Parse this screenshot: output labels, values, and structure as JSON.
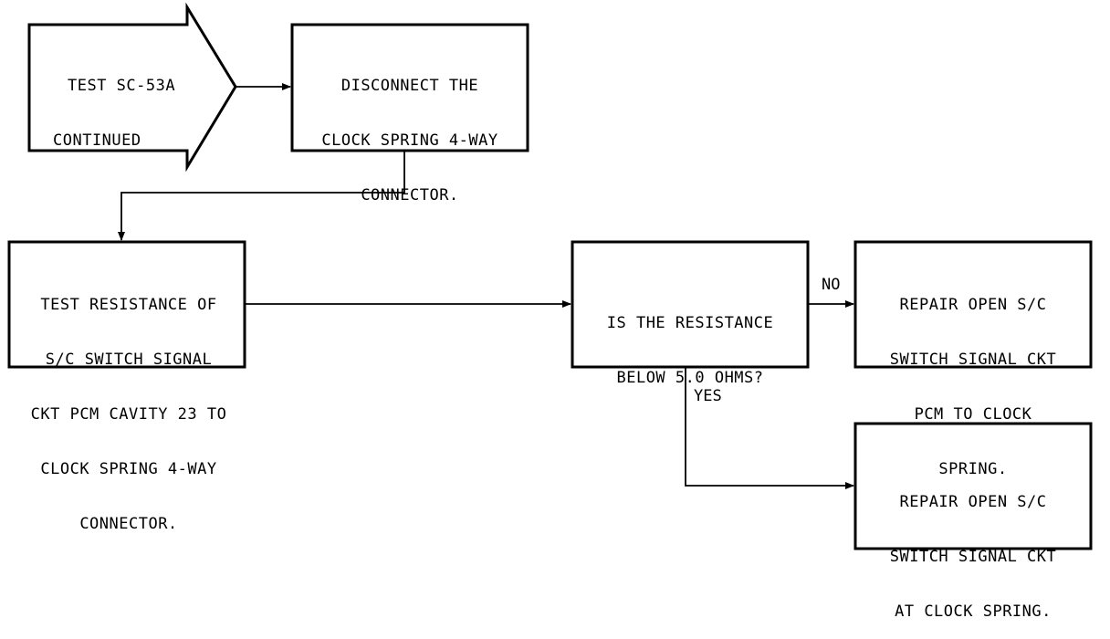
{
  "nodes": {
    "start": {
      "lines": [
        "TEST SC-53A",
        "CONTINUED"
      ]
    },
    "disconnect": {
      "lines": [
        "DISCONNECT THE",
        "CLOCK SPRING 4-WAY",
        "CONNECTOR."
      ]
    },
    "test_resistance": {
      "lines": [
        "TEST RESISTANCE OF",
        "S/C SWITCH SIGNAL",
        "CKT PCM CAVITY 23 TO",
        "CLOCK SPRING 4-WAY",
        "CONNECTOR."
      ]
    },
    "decision": {
      "lines": [
        "IS THE RESISTANCE",
        "BELOW 5.0 OHMS?"
      ]
    },
    "repair_pcm": {
      "lines": [
        "REPAIR OPEN S/C",
        "SWITCH SIGNAL CKT",
        "PCM TO CLOCK",
        "SPRING."
      ]
    },
    "repair_clock": {
      "lines": [
        "REPAIR OPEN S/C",
        "SWITCH SIGNAL CKT",
        "AT CLOCK SPRING."
      ]
    }
  },
  "edges": {
    "no_label": "NO",
    "yes_label": "YES"
  }
}
